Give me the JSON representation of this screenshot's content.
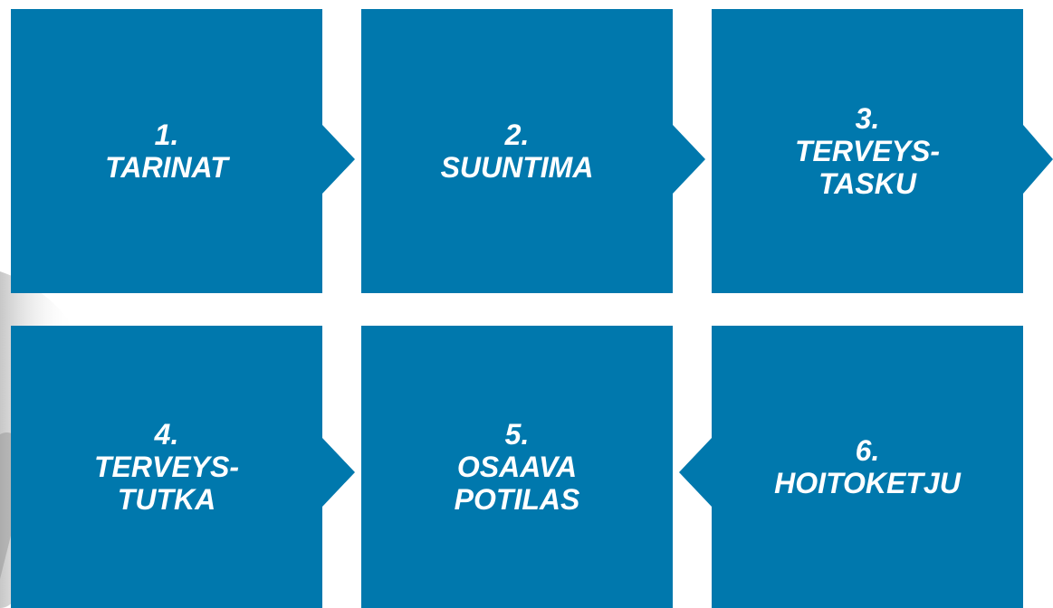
{
  "colors": {
    "box": "#0078AD",
    "text": "#FFFFFF"
  },
  "steps": [
    {
      "label": "1.\nTARINAT"
    },
    {
      "label": "2.\nSUUNTIMA"
    },
    {
      "label": "3.\nTERVEYS-\nTASKU"
    },
    {
      "label": "4.\nTERVEYS-\nTUTKA"
    },
    {
      "label": "5.\nOSAAVA\nPOTILAS"
    },
    {
      "label": "6.\nHOITOKETJU"
    }
  ]
}
